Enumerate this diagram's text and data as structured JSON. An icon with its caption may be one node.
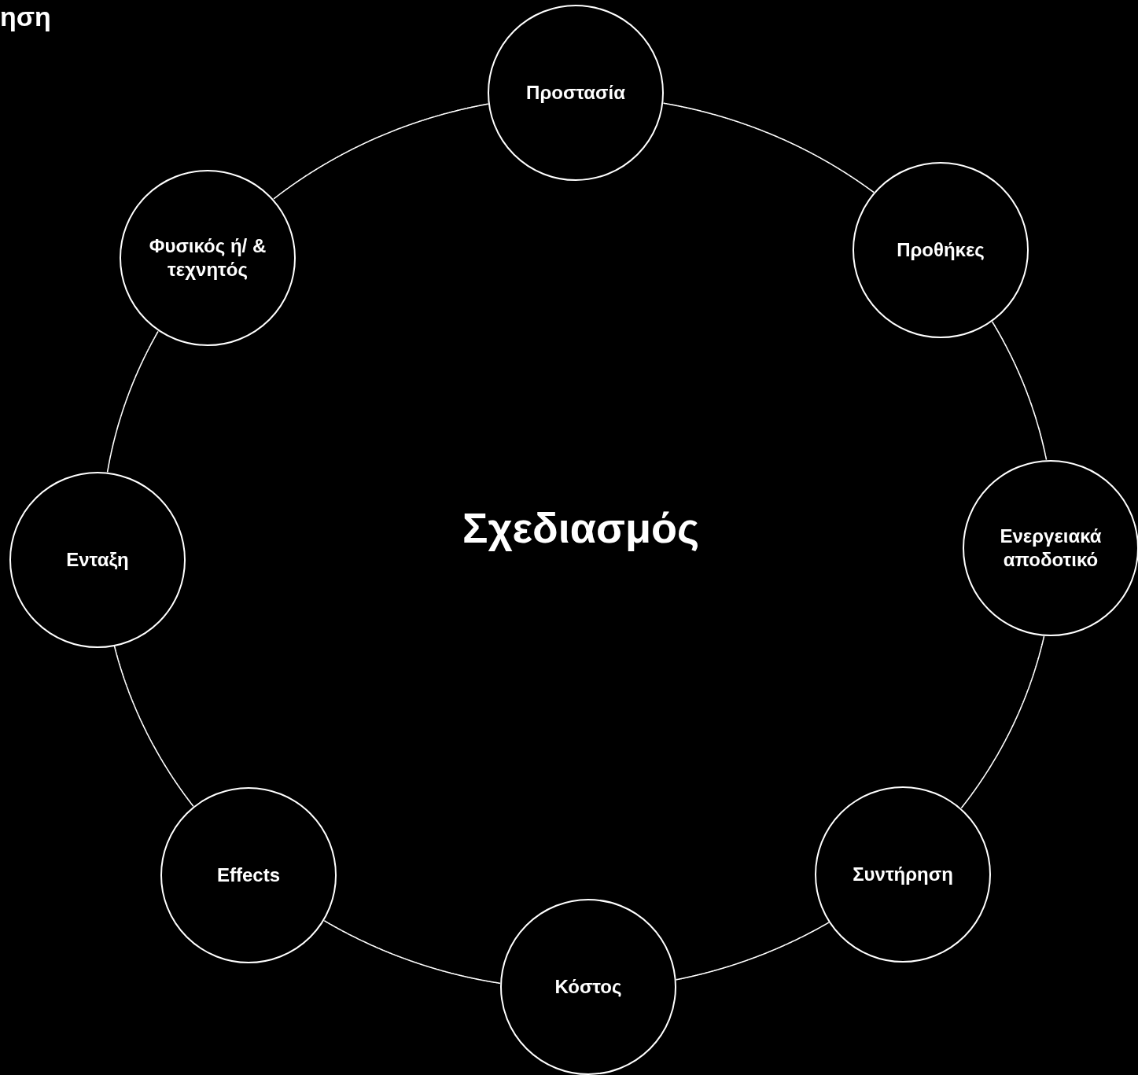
{
  "diagram": {
    "nodes": [
      {
        "text": [
          "Προστασία"
        ]
      },
      {
        "text": [
          "Προθήκες"
        ]
      },
      {
        "text": [
          "Ενεργειακά αποδοτικό"
        ]
      },
      {
        "text": [
          "Συντήρηση"
        ]
      },
      {
        "text": [
          "Κόστος"
        ]
      },
      {
        "text": [
          "Effects"
        ]
      },
      {
        "text": [
          "Ενταξη"
        ]
      },
      {
        "text": [
          "Φυσικός ή/ & τεχνητός"
        ]
      }
    ],
    "edges": [
      {
        "from": 0,
        "to": 1,
        "arrow": "none"
      },
      {
        "from": 1,
        "to": 2,
        "arrow": "none"
      },
      {
        "from": 2,
        "to": 3,
        "arrow": "none"
      },
      {
        "from": 3,
        "to": 4,
        "arrow": "none"
      },
      {
        "from": 4,
        "to": 5,
        "arrow": "none"
      },
      {
        "from": 5,
        "to": 6,
        "arrow": "none"
      },
      {
        "from": 6,
        "to": 7,
        "arrow": "none"
      },
      {
        "from": 7,
        "to": 0,
        "arrow": "none"
      }
    ],
    "labels": [
      "ηση",
      "Σχεδιασμός"
    ]
  }
}
